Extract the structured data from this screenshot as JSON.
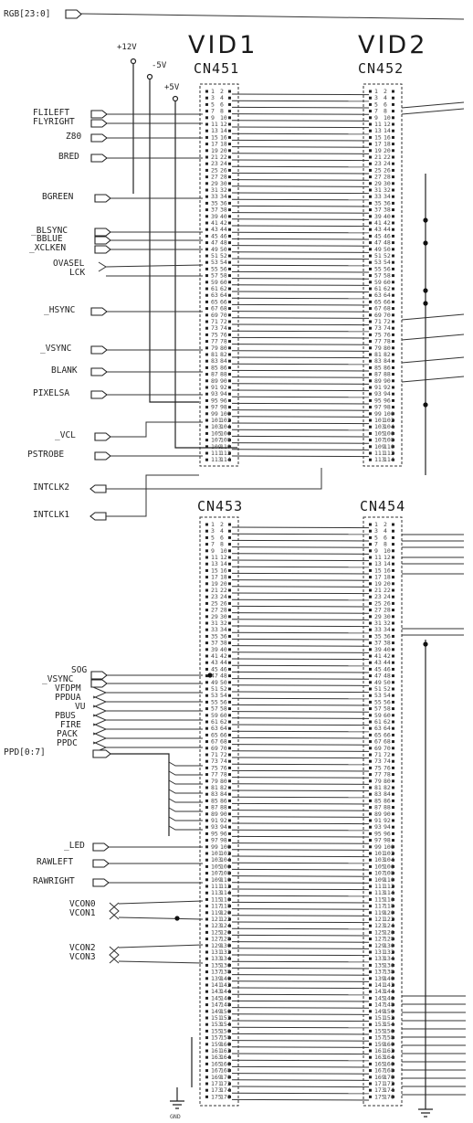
{
  "connectors": {
    "vid1": {
      "title": "VID1",
      "ref": "CN451"
    },
    "vid2": {
      "title": "VID2",
      "ref": "CN452"
    },
    "cn3": {
      "ref": "CN453"
    },
    "cn4": {
      "ref": "CN454"
    }
  },
  "power": {
    "p12": "+12V",
    "m5": "-5V",
    "p5": "+5V"
  },
  "bus_top": "RGB[23:0]",
  "signals": {
    "flileft": "FLILEFT",
    "flright": "FLYRIGHT",
    "z80": "Z80",
    "bred": "BRED",
    "bgreen": "BGREEN",
    "blsync": "_BLSYNC",
    "blblu": "BBLUE",
    "xclken": "_XCLKEN",
    "ovasel": "OVASEL",
    "lck": "LCK",
    "hsync": "_HSYNC",
    "vsync": "_VSYNC",
    "blank": "BLANK",
    "pixelsa": "PIXELSA",
    "vcl": "_VCL",
    "pstrobe": "PSTROBE",
    "intclk2": "INTCLK2",
    "intclk1": "INTCLK1",
    "sog": "SOG",
    "vsync2": "_VSYNC",
    "vfdpm": "VFDPM",
    "ppdua": "PPDUA",
    "vu": "VU",
    "pbus": "PBUS",
    "fir": "FIRE",
    "pack": "PACK",
    "ppdc": "PPDC",
    "ppdbus": "PPD[0:7]",
    "led": "_LED",
    "rawleft": "RAWLEFT",
    "rawright": "RAWRIGHT",
    "vcon0": "VCON0",
    "vcon1": "VCON1",
    "vcon2": "VCON2",
    "vcon3": "VCON3"
  },
  "ground_label": "GND"
}
